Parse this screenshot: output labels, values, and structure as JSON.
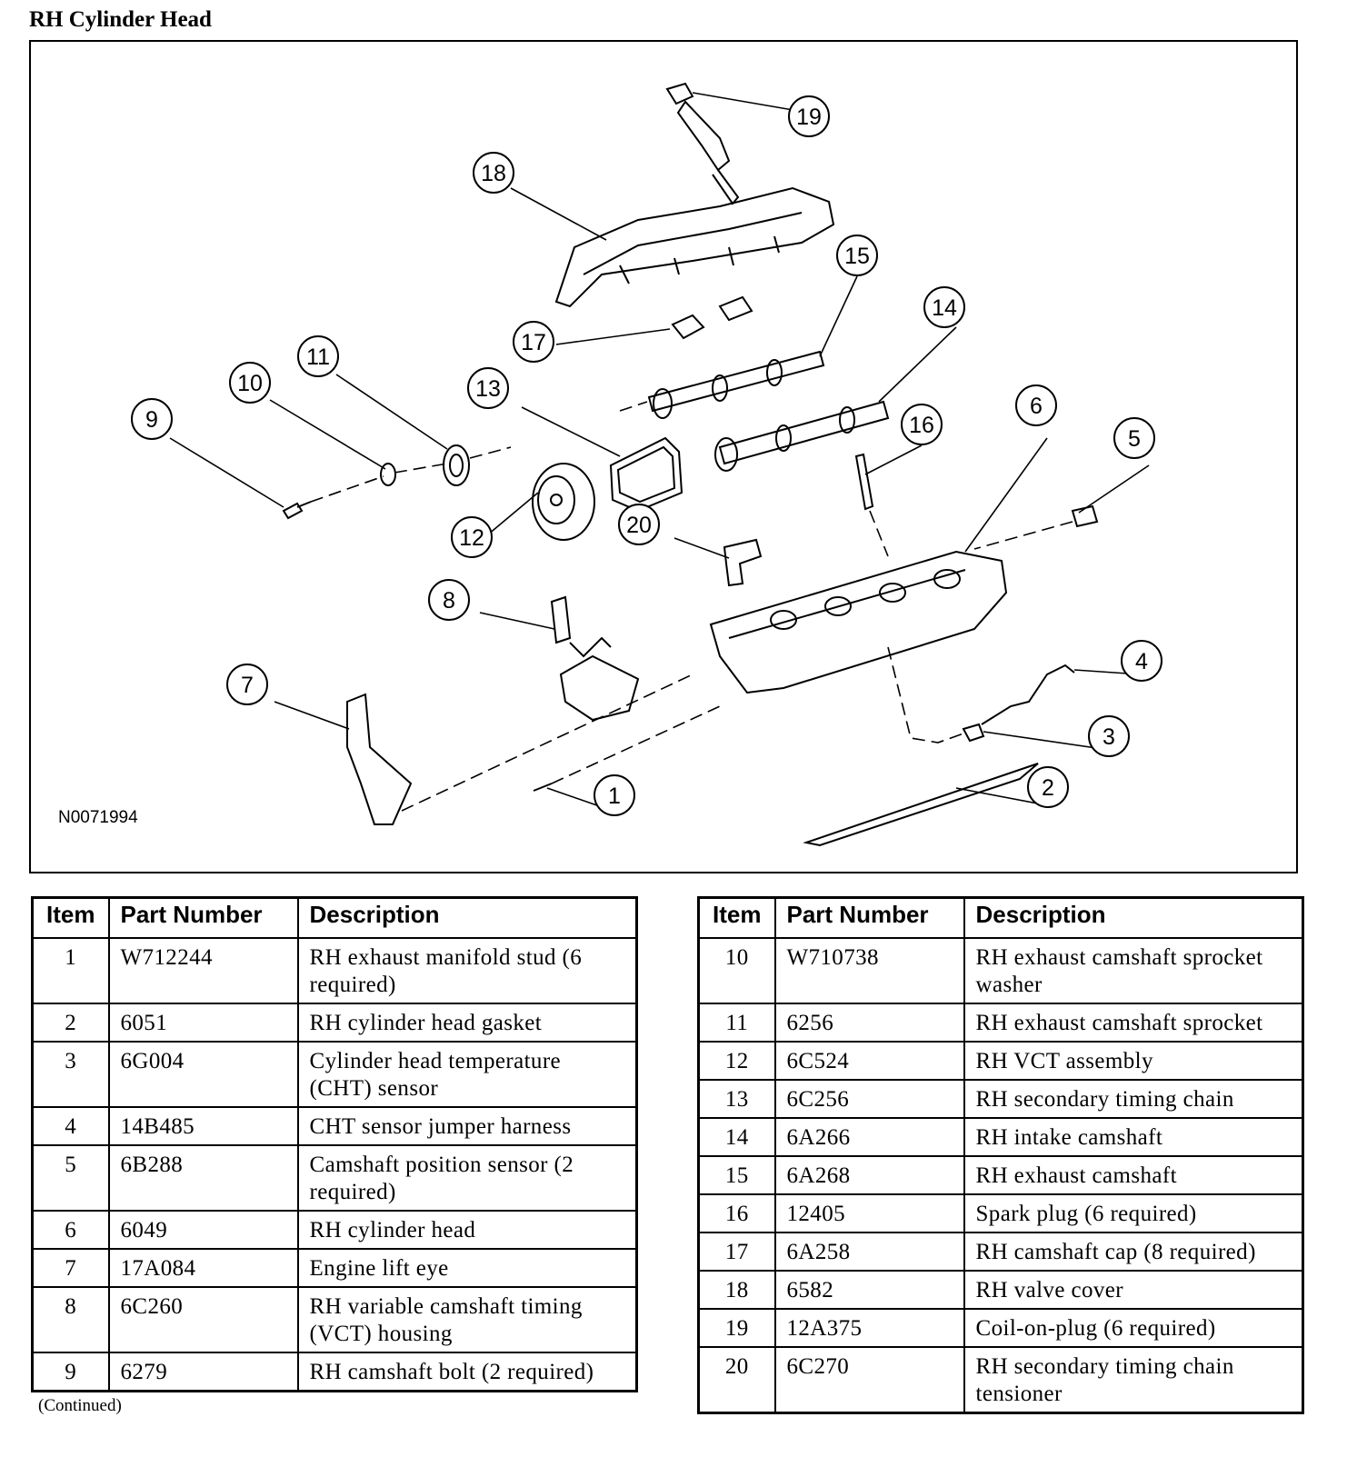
{
  "title": "RH Cylinder Head",
  "figure_id": "N0071994",
  "callouts": [
    "1",
    "2",
    "3",
    "4",
    "5",
    "6",
    "7",
    "8",
    "9",
    "10",
    "11",
    "12",
    "13",
    "14",
    "15",
    "16",
    "17",
    "18",
    "19",
    "20"
  ],
  "table_headers": {
    "item": "Item",
    "part_number": "Part Number",
    "description": "Description"
  },
  "table_left": [
    {
      "item": "1",
      "part": "W712244",
      "desc": "RH exhaust manifold stud (6 required)"
    },
    {
      "item": "2",
      "part": "6051",
      "desc": "RH cylinder head gasket"
    },
    {
      "item": "3",
      "part": "6G004",
      "desc": "Cylinder head temperature (CHT) sensor"
    },
    {
      "item": "4",
      "part": "14B485",
      "desc": "CHT sensor jumper harness"
    },
    {
      "item": "5",
      "part": "6B288",
      "desc": "Camshaft position sensor (2 required)"
    },
    {
      "item": "6",
      "part": "6049",
      "desc": "RH cylinder head"
    },
    {
      "item": "7",
      "part": "17A084",
      "desc": "Engine lift eye"
    },
    {
      "item": "8",
      "part": "6C260",
      "desc": "RH variable camshaft timing (VCT) housing"
    },
    {
      "item": "9",
      "part": "6279",
      "desc": "RH camshaft bolt (2 required)"
    }
  ],
  "table_right": [
    {
      "item": "10",
      "part": "W710738",
      "desc": "RH exhaust camshaft sprocket washer"
    },
    {
      "item": "11",
      "part": "6256",
      "desc": "RH exhaust camshaft sprocket"
    },
    {
      "item": "12",
      "part": "6C524",
      "desc": "RH VCT assembly"
    },
    {
      "item": "13",
      "part": "6C256",
      "desc": "RH secondary timing chain"
    },
    {
      "item": "14",
      "part": "6A266",
      "desc": "RH intake camshaft"
    },
    {
      "item": "15",
      "part": "6A268",
      "desc": "RH exhaust camshaft"
    },
    {
      "item": "16",
      "part": "12405",
      "desc": "Spark plug (6 required)"
    },
    {
      "item": "17",
      "part": "6A258",
      "desc": "RH camshaft cap (8 required)"
    },
    {
      "item": "18",
      "part": "6582",
      "desc": "RH valve cover"
    },
    {
      "item": "19",
      "part": "12A375",
      "desc": "Coil-on-plug (6 required)"
    },
    {
      "item": "20",
      "part": "6C270",
      "desc": "RH secondary timing chain tensioner"
    }
  ],
  "continued": "(Continued)"
}
